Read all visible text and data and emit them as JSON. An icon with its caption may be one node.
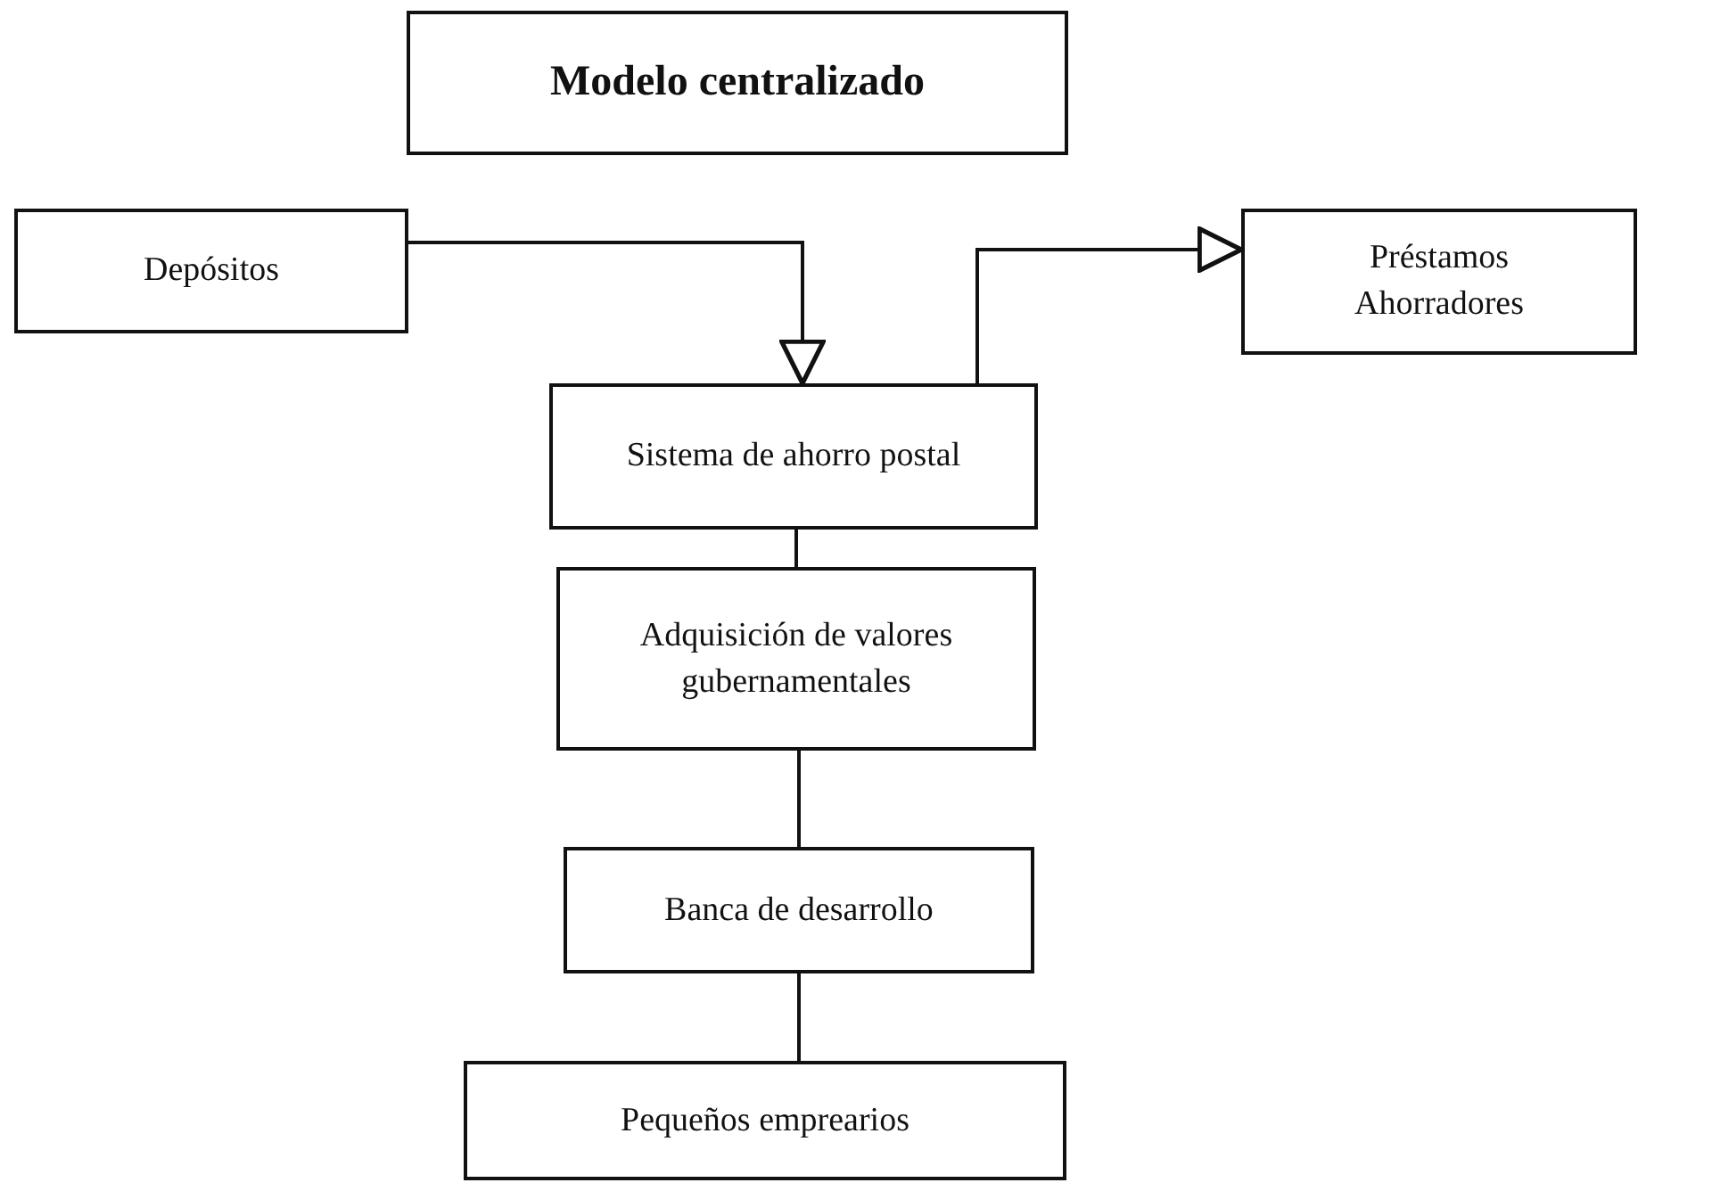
{
  "diagram": {
    "nodes": [
      {
        "text": [
          "Modelo centralizado"
        ]
      },
      {
        "text": [
          "Depósitos"
        ]
      },
      {
        "text": [
          "Sistema de ahorro postal"
        ]
      },
      {
        "text": [
          "Préstamos Ahorradores"
        ]
      },
      {
        "text": [
          "Adquisición de valores gubernamentales"
        ]
      },
      {
        "text": [
          "Banca de desarrollo"
        ]
      },
      {
        "text": [
          "Pequeños emprearios"
        ]
      }
    ],
    "edges": [
      {
        "from": 1,
        "to": 2,
        "arrow": "to"
      },
      {
        "from": 2,
        "to": 3,
        "arrow": "to"
      },
      {
        "from": 2,
        "to": 4,
        "arrow": "none"
      },
      {
        "from": 4,
        "to": 5,
        "arrow": "none"
      },
      {
        "from": 5,
        "to": 6,
        "arrow": "none"
      }
    ]
  }
}
